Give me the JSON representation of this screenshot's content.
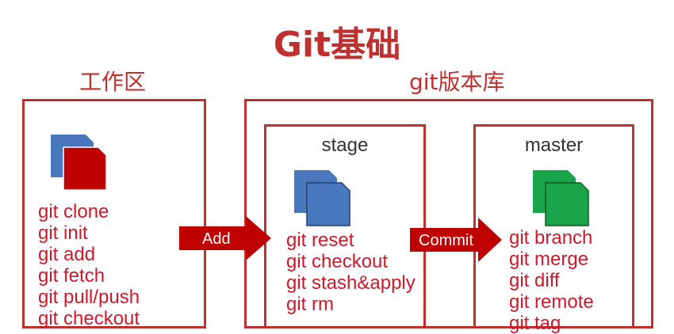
{
  "title": "Git基础",
  "working_area": {
    "label": "工作区",
    "commands": [
      "git clone",
      "git init",
      "git add",
      "git fetch",
      "git pull/push",
      "git checkout"
    ]
  },
  "repository": {
    "label": "git版本库",
    "stage": {
      "label": "stage",
      "commands": [
        "git reset",
        "git checkout",
        "git stash&apply",
        "git rm"
      ]
    },
    "master": {
      "label": "master",
      "commands": [
        "git branch",
        "git merge",
        "git diff",
        "git remote",
        "git tag"
      ]
    }
  },
  "arrows": {
    "add": "Add",
    "commit": "Commit"
  },
  "colors": {
    "accent": "#c0302f",
    "command_text": "#d0182a",
    "file_blue": "#4a78bd",
    "file_red": "#c00000",
    "file_green": "#1aa54a"
  },
  "icons": {
    "working_files": "stacked-files-icon",
    "stage_files": "stacked-files-icon",
    "master_files": "stacked-files-icon"
  }
}
